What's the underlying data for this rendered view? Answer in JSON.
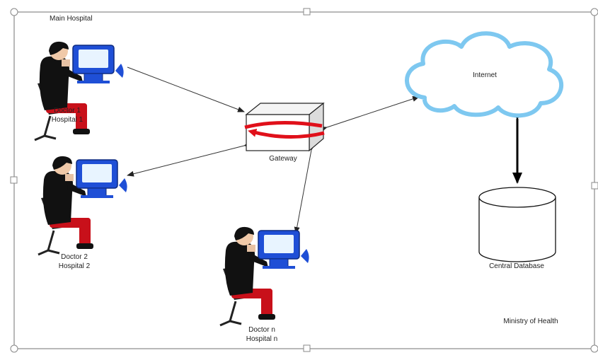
{
  "container": {
    "title": "Main Hospital",
    "footer": "Ministry of Health"
  },
  "nodes": {
    "doctor1": {
      "line1": "Doctor 1",
      "line2": "Hospital 1"
    },
    "doctor2": {
      "line1": "Doctor 2",
      "line2": "Hospital 2"
    },
    "doctorn": {
      "line1": "Doctor n",
      "line2": "Hospital n"
    },
    "gateway": {
      "label": "Gateway"
    },
    "internet": {
      "label": "Internet"
    },
    "database": {
      "label": "Central Database"
    }
  },
  "colors": {
    "monitor": "#1f4fd6",
    "trousers": "#c8101a",
    "cloud_outline": "#7ec8f0",
    "gateway_arrow": "#e0101a"
  }
}
